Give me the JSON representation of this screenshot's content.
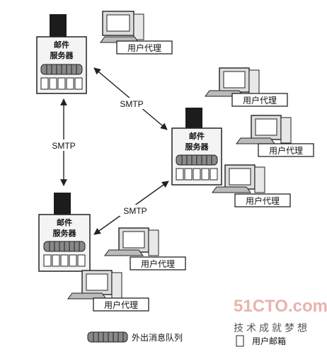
{
  "server_label_line1": "邮件",
  "server_label_line2": "服务器",
  "user_agent_label": "用户代理",
  "protocol_label": "SMTP",
  "legend": {
    "queue": "外出消息队列",
    "mailbox": "用户邮箱"
  },
  "watermark": {
    "site": "51CTO.com",
    "slogan": "技术成就梦想"
  }
}
